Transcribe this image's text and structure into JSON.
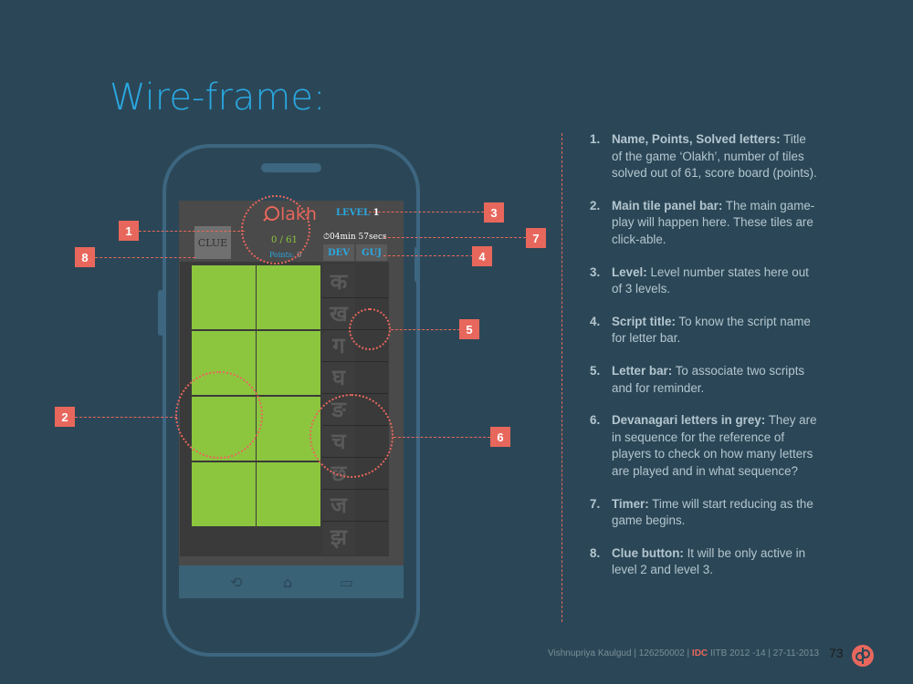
{
  "slide": {
    "title": "Wire-frame:"
  },
  "game": {
    "logo_text": "lakh",
    "clue_label": "CLUE",
    "solved": "0 / 61",
    "points_label": "Points:",
    "points_value": "0",
    "level_label": "LEVEL",
    "level_value": "1",
    "timer": "04min 57secs",
    "scripts": [
      "DEV",
      "GUJ"
    ],
    "letters": [
      "क",
      "ख",
      "ग",
      "घ",
      "ङ",
      "च",
      "छ",
      "ज",
      "झ"
    ]
  },
  "markers": [
    "1",
    "2",
    "3",
    "4",
    "5",
    "6",
    "7",
    "8"
  ],
  "descriptions": [
    {
      "num": "1.",
      "term": "Name, Points, Solved letters:",
      "text": "Title of the game ‘Olakh’, number of tiles solved out of 61, score board (points)."
    },
    {
      "num": "2.",
      "term": "Main tile panel bar:",
      "text": "The main game-play will happen here. These tiles are click-able."
    },
    {
      "num": "3.",
      "term": "Level:",
      "text": "Level number states here out of 3 levels."
    },
    {
      "num": "4.",
      "term": "Script title:",
      "text": "To know the script name for letter bar."
    },
    {
      "num": "5.",
      "term": "Letter bar:",
      "text": "To associate two scripts and for reminder."
    },
    {
      "num": "6.",
      "term": "Devanagari letters in grey:",
      "text": "They are in sequence for the reference of players to check on how many letters are played and in what sequence?"
    },
    {
      "num": "7.",
      "term": "Timer:",
      "text": "Time will start reducing as the game begins."
    },
    {
      "num": "8.",
      "term": "Clue button:",
      "text": "It will be only active in level 2 and level 3."
    }
  ],
  "footer": {
    "author": "Vishnupriya Kaulgud | 126250002 |",
    "idc": "IDC",
    "institute": "IITB 2012 -14",
    "date": "| 27-11-2013",
    "page": "73"
  },
  "colors": {
    "background": "#2b4757",
    "accent_blue": "#2aa8e2",
    "accent_red": "#e8675c",
    "tile_green": "#8cc63f"
  }
}
